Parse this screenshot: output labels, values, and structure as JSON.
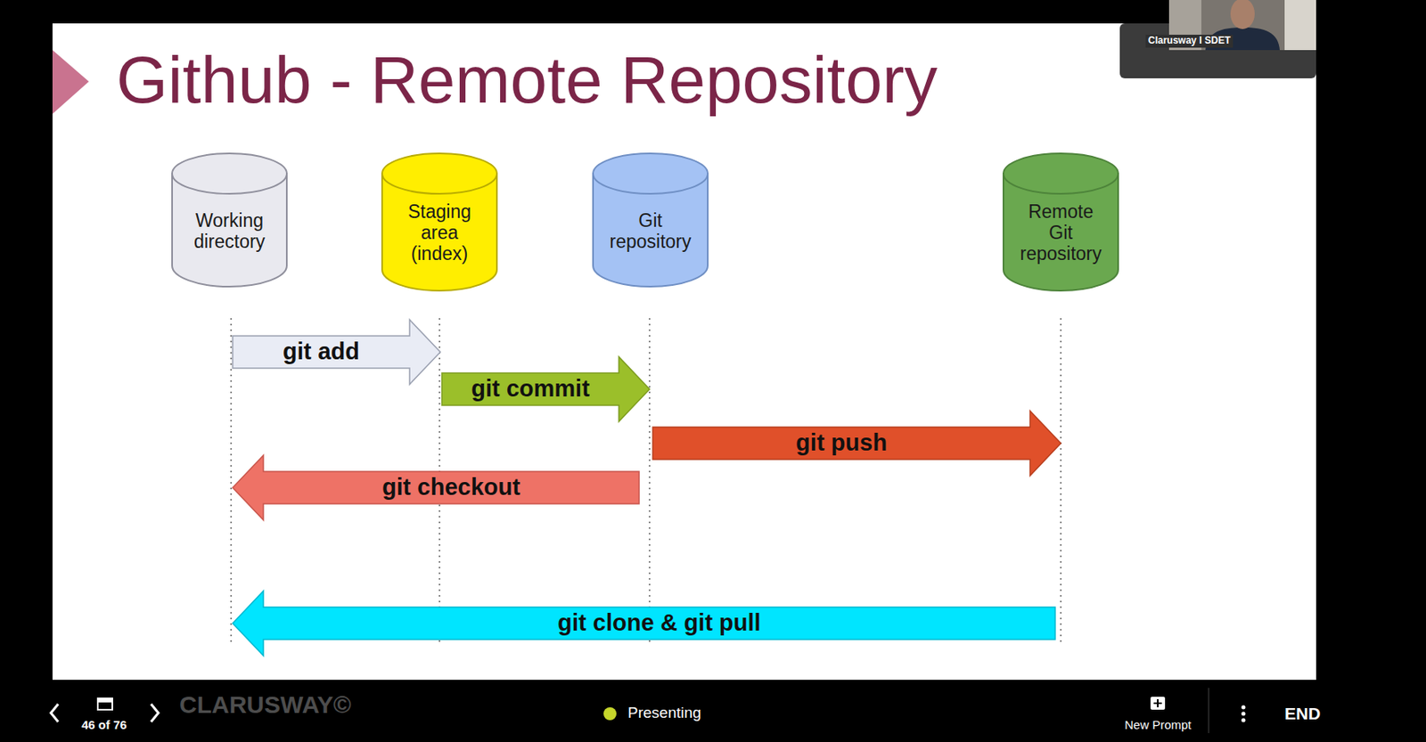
{
  "diagram": {
    "title": "Github - Remote Repository",
    "nodes": [
      {
        "text": [
          "Working directory"
        ]
      },
      {
        "text": [
          "Staging area (index)"
        ]
      },
      {
        "text": [
          "Git repository"
        ]
      },
      {
        "text": [
          "Remote Git repository"
        ]
      }
    ],
    "edges": [
      {
        "from": 0,
        "to": 1,
        "arrow": "to",
        "label": "git add"
      },
      {
        "from": 1,
        "to": 2,
        "arrow": "to",
        "label": "git commit"
      },
      {
        "from": 2,
        "to": 3,
        "arrow": "to",
        "label": "git push"
      },
      {
        "from": 2,
        "to": 0,
        "arrow": "to",
        "label": "git checkout"
      },
      {
        "from": 3,
        "to": 0,
        "arrow": "to",
        "label": "git clone & git pull"
      }
    ],
    "labels": [
      "Clarusway I SDET",
      "CLARUSWAY©",
      "46 of 76",
      "Presenting",
      "New Prompt",
      "END"
    ]
  }
}
